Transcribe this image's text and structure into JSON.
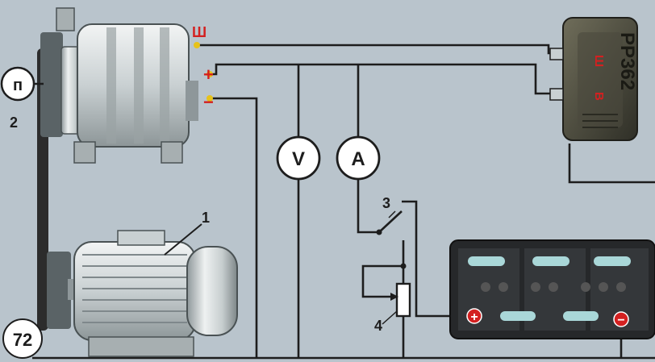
{
  "figure_number": "72",
  "labels": {
    "motor": "1",
    "tachometer": "2",
    "switch": "3",
    "rheostat": "4"
  },
  "tachometer_letter": "п",
  "voltmeter_letter": "V",
  "ammeter_letter": "A",
  "regulator": {
    "model": "РР362",
    "terminal_sh": "Ш",
    "terminal_v": "В"
  },
  "generator_terminals": {
    "sh": "Ш",
    "plus": "+",
    "minus": "−"
  },
  "battery": {
    "plus": "+",
    "minus": "−"
  },
  "colors": {
    "background": "#b9c4cc",
    "wire": "#1d1d1d",
    "terminal_red": "#d32020",
    "terminal_yellow": "#e7c21a"
  }
}
